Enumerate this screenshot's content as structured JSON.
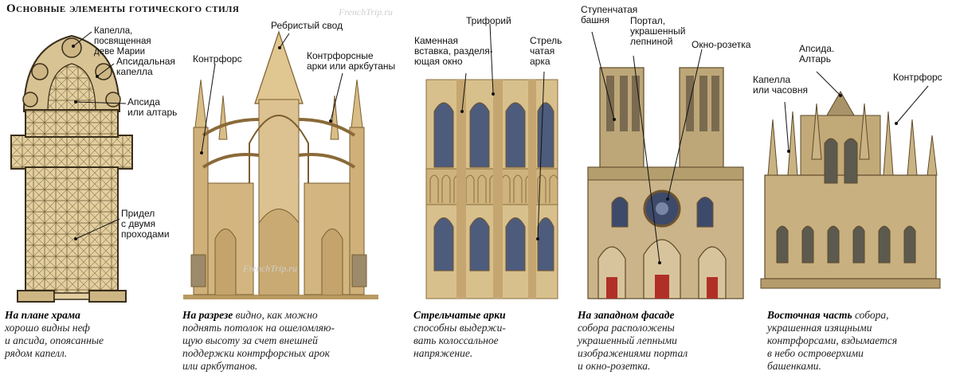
{
  "page": {
    "title": "Основные элементы готического стиля",
    "watermark": "FrenchTrip.ru"
  },
  "plan": {
    "labels": {
      "chapel_mary": "Капелла, посвященная\nдеве Марии",
      "apsidal_chapel": "Апсидальная\nкапелла",
      "apse_altar": "Апсида\nили алтарь",
      "aisle": "Придел\nс двумя\nпроходами"
    },
    "caption_bold": "На плане храма",
    "caption_text": "хорошо видны неф\nи апсида, опоясанные\nрядом капелл."
  },
  "section": {
    "labels": {
      "rib_vault": "Ребристый свод",
      "buttress": "Контрфорс",
      "flying_buttress": "Контрфорсные\nарки или аркбутаны"
    },
    "caption_bold": "На разрезе",
    "caption_text": " видно, как можно\nподнять потолок на ошеломляю-\nщую высоту за счет внешней\nподдержки контрфорсных арок\nили аркбутанов."
  },
  "wall": {
    "labels": {
      "triforium": "Трифорий",
      "stone_insert": "Каменная\nвставка, разделя-\nющая окно",
      "pointed_arch": "Стрель-\nчатая\nарка"
    },
    "caption_bold": "Стрельчатые арки",
    "caption_text": "\nспособны выдержи-\nвать колоссальное\nнапряжение."
  },
  "facade": {
    "labels": {
      "stepped_tower": "Ступенчатая\nбашня",
      "portal": "Портал,\nукрашенный\nлепниной",
      "rose_window": "Окно-розетка"
    },
    "caption_bold": "На западном фасаде",
    "caption_text": "\nсобора расположены\nукрашенный лепными\nизображениями портал\nи окно-розетка."
  },
  "east": {
    "labels": {
      "apse_altar": "Апсида.\nАлтарь",
      "chapel": "Капелла\nили часовня",
      "buttress": "Контрфорс"
    },
    "caption_bold": "Восточная часть",
    "caption_text": " собора,\nукрашенная изящными\nконтрфорсами, вздымается\nв небо островерхими\nбашенками."
  },
  "colors": {
    "stone": "#d9c08e",
    "stone_dark": "#a88952",
    "stone_light": "#ecdcb4",
    "window": "#4a5a7a",
    "door": "#b03028",
    "ink": "#1a1a1a"
  }
}
